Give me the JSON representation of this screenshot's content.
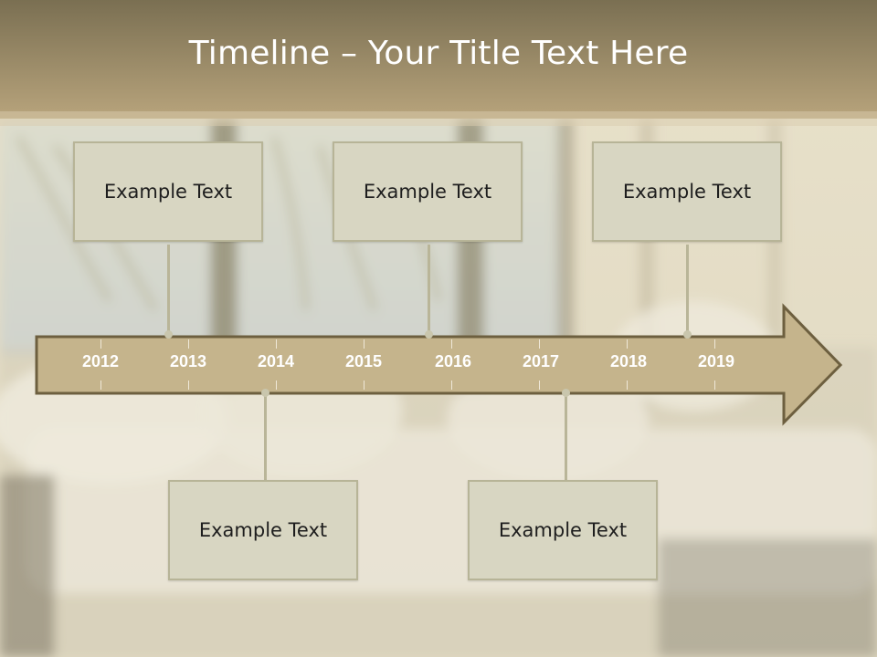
{
  "title": "Timeline – Your Title Text Here",
  "colors": {
    "header_top": "#7a6f52",
    "header_bottom": "#b9a37a",
    "arrow_fill": "#c5b48c",
    "arrow_stroke": "#6d5f3f",
    "box_fill": "#d8d6c2",
    "box_border": "#b7b497",
    "connector": "#b9b598"
  },
  "years": [
    "2012",
    "2013",
    "2014",
    "2015",
    "2016",
    "2017",
    "2018",
    "2019"
  ],
  "events_top": [
    {
      "text": "Example Text"
    },
    {
      "text": "Example Text"
    },
    {
      "text": "Example Text"
    }
  ],
  "events_bottom": [
    {
      "text": "Example Text"
    },
    {
      "text": "Example Text"
    }
  ]
}
